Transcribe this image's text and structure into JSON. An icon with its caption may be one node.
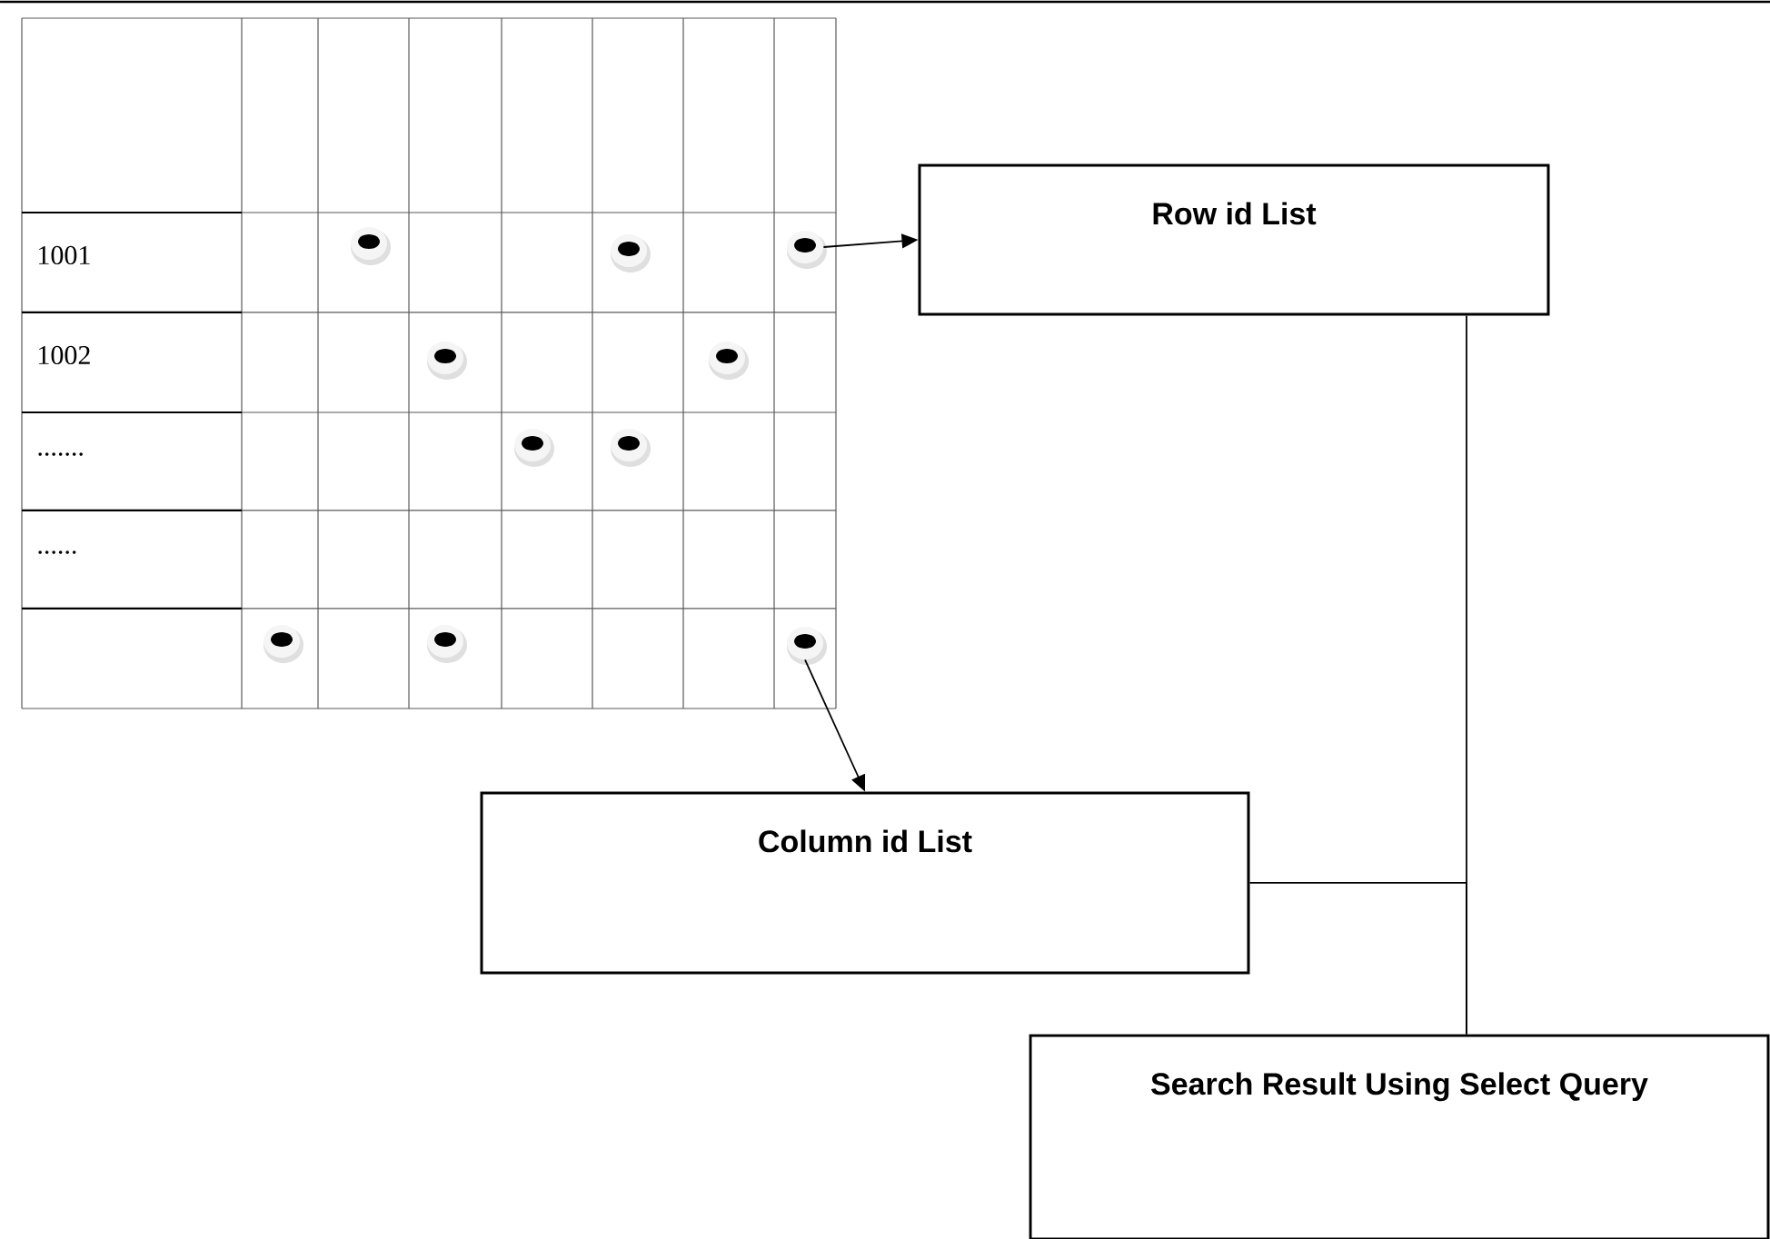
{
  "diagram": {
    "nodes": [
      {
        "text": [],
        "shape": "circle"
      },
      {
        "text": [
          "Row id List"
        ]
      },
      {
        "text": [],
        "shape": "circle"
      },
      {
        "text": [
          "Column id List"
        ]
      },
      {
        "text": [
          "Search Result Using Select Query"
        ]
      }
    ],
    "edges": [
      {
        "from": 0,
        "to": 1,
        "arrow": "to"
      },
      {
        "from": 2,
        "to": 3,
        "arrow": "to"
      },
      {
        "from": 1,
        "to": 4,
        "arrow": "none"
      },
      {
        "from": 3,
        "to": 4,
        "arrow": "none"
      }
    ],
    "labels": [
      "1001",
      "1002",
      ".......",
      "......"
    ]
  }
}
